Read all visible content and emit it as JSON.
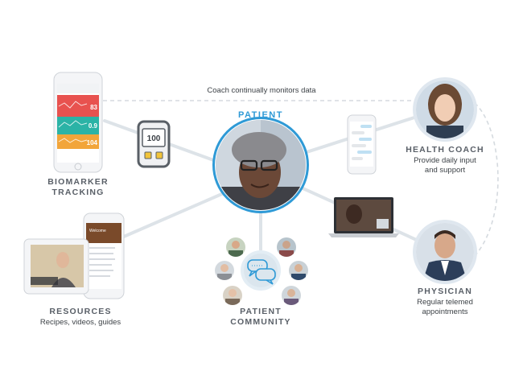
{
  "monitor_text": "Coach continually monitors data",
  "patient": {
    "title": "PATIENT"
  },
  "biomarker": {
    "title_line1": "BIOMARKER",
    "title_line2": "TRACKING",
    "values": [
      "83",
      "0.9",
      "104"
    ]
  },
  "meter": {
    "reading": "100"
  },
  "health_coach": {
    "title": "HEALTH COACH",
    "sub_line1": "Provide daily input",
    "sub_line2": "and support"
  },
  "physician": {
    "title": "PHYSICIAN",
    "sub_line1": "Regular telemed",
    "sub_line2": "appointments"
  },
  "resources": {
    "title": "RESOURCES",
    "sub": "Recipes, videos, guides",
    "phone_header": "Welcome"
  },
  "community": {
    "title_line1": "PATIENT",
    "title_line2": "COMMUNITY"
  },
  "colors": {
    "accent": "#2f9ad6",
    "connector": "#dde3e8",
    "dashed": "#d5dadf",
    "title": "#5a6068"
  }
}
